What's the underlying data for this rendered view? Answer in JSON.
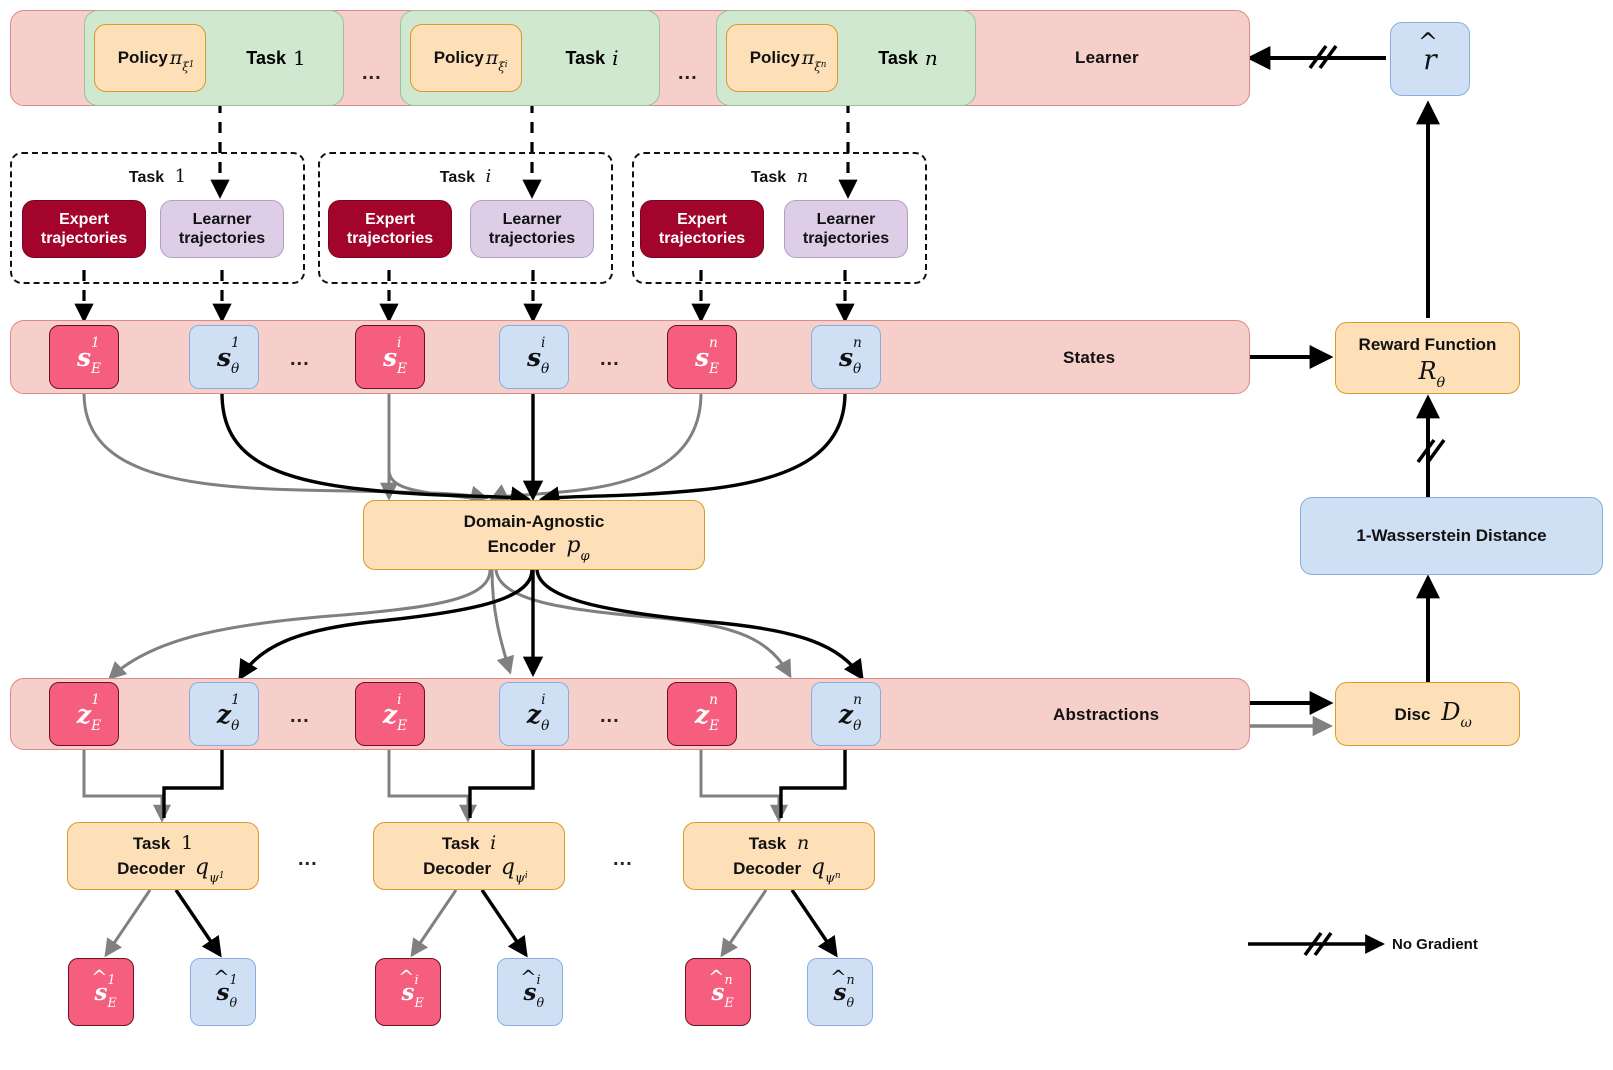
{
  "figure": {
    "title": "Multi-task domain-agnostic imitation learning architecture diagram",
    "colors": {
      "band_pink": "#f6cfcb",
      "task_green": "#cfe8cf",
      "orange": "#fde0b8",
      "orange_border": "#d79b2a",
      "blue": "#cfe0f5",
      "blue_border": "#89aede",
      "expert_dark_red": "#a2042c",
      "learner_purple": "#ddcde6",
      "chip_pink": "#f55e7f",
      "gradient_arrow_black": "#000000",
      "gradient_arrow_gray": "#808080"
    }
  },
  "learner_row": {
    "band_label": "Learner",
    "tasks": [
      {
        "policy_label": "Policy",
        "policy_symbol": "π",
        "policy_sub": "ξ",
        "policy_sup": "1",
        "task_label": "Task",
        "task_index": "1"
      },
      {
        "policy_label": "Policy",
        "policy_symbol": "π",
        "policy_sub": "ξ",
        "policy_sup": "i",
        "task_label": "Task",
        "task_index": "i"
      },
      {
        "policy_label": "Policy",
        "policy_symbol": "π",
        "policy_sub": "ξ",
        "policy_sup": "n",
        "task_label": "Task",
        "task_index": "n"
      }
    ],
    "ellipsis": "..."
  },
  "trajectory_groups": [
    {
      "title_label": "Task",
      "title_index": "1",
      "expert_line1": "Expert",
      "expert_line2": "trajectories",
      "learner_line1": "Learner",
      "learner_line2": "trajectories"
    },
    {
      "title_label": "Task",
      "title_index": "i",
      "expert_line1": "Expert",
      "expert_line2": "trajectories",
      "learner_line1": "Learner",
      "learner_line2": "trajectories"
    },
    {
      "title_label": "Task",
      "title_index": "n",
      "expert_line1": "Expert",
      "expert_line2": "trajectories",
      "learner_line1": "Learner",
      "learner_line2": "trajectories"
    }
  ],
  "states_row": {
    "band_label": "States",
    "chips": [
      {
        "base": "s",
        "sup": "1",
        "sub": "E",
        "kind": "expert"
      },
      {
        "base": "s",
        "sup": "1",
        "sub": "θ",
        "kind": "learner"
      },
      {
        "base": "s",
        "sup": "i",
        "sub": "E",
        "kind": "expert"
      },
      {
        "base": "s",
        "sup": "i",
        "sub": "θ",
        "kind": "learner"
      },
      {
        "base": "s",
        "sup": "n",
        "sub": "E",
        "kind": "expert"
      },
      {
        "base": "s",
        "sup": "n",
        "sub": "θ",
        "kind": "learner"
      }
    ],
    "ellipsis": "..."
  },
  "encoder": {
    "line1": "Domain-Agnostic",
    "line2_prefix": "Encoder",
    "line2_symbol": "p",
    "line2_sub": "φ"
  },
  "abstractions_row": {
    "band_label": "Abstractions",
    "chips": [
      {
        "base": "z",
        "sup": "1",
        "sub": "E",
        "kind": "expert"
      },
      {
        "base": "z",
        "sup": "1",
        "sub": "θ",
        "kind": "learner"
      },
      {
        "base": "z",
        "sup": "i",
        "sub": "E",
        "kind": "expert"
      },
      {
        "base": "z",
        "sup": "i",
        "sub": "θ",
        "kind": "learner"
      },
      {
        "base": "z",
        "sup": "n",
        "sub": "E",
        "kind": "expert"
      },
      {
        "base": "z",
        "sup": "n",
        "sub": "θ",
        "kind": "learner"
      }
    ],
    "ellipsis": "..."
  },
  "decoders": [
    {
      "line1_label": "Task",
      "line1_index": "1",
      "line2_prefix": "Decoder",
      "line2_symbol": "q",
      "line2_sub": "ψ",
      "line2_sup": "1"
    },
    {
      "line1_label": "Task",
      "line1_index": "i",
      "line2_prefix": "Decoder",
      "line2_symbol": "q",
      "line2_sub": "ψ",
      "line2_sup": "i"
    },
    {
      "line1_label": "Task",
      "line1_index": "n",
      "line2_prefix": "Decoder",
      "line2_symbol": "q",
      "line2_sub": "ψ",
      "line2_sup": "n"
    }
  ],
  "decoder_ellipsis": "...",
  "reconstructions": [
    {
      "base": "s",
      "hat": "^",
      "sup": "1",
      "sub": "E",
      "kind": "expert"
    },
    {
      "base": "s",
      "hat": "^",
      "sup": "1",
      "sub": "θ",
      "kind": "learner"
    },
    {
      "base": "s",
      "hat": "^",
      "sup": "i",
      "sub": "E",
      "kind": "expert"
    },
    {
      "base": "s",
      "hat": "^",
      "sup": "i",
      "sub": "θ",
      "kind": "learner"
    },
    {
      "base": "s",
      "hat": "^",
      "sup": "n",
      "sub": "E",
      "kind": "expert"
    },
    {
      "base": "s",
      "hat": "^",
      "sup": "n",
      "sub": "θ",
      "kind": "learner"
    }
  ],
  "right_column": {
    "reward_hat": {
      "base": "r",
      "hat": "^"
    },
    "reward_function": {
      "line1": "Reward Function",
      "line2_symbol": "R",
      "line2_sub": "θ"
    },
    "wasserstein": {
      "label": "1-Wasserstein Distance"
    },
    "disc": {
      "prefix": "Disc",
      "symbol": "D",
      "sub": "ω"
    }
  },
  "legend": {
    "marker": "//",
    "label": "No Gradient"
  }
}
